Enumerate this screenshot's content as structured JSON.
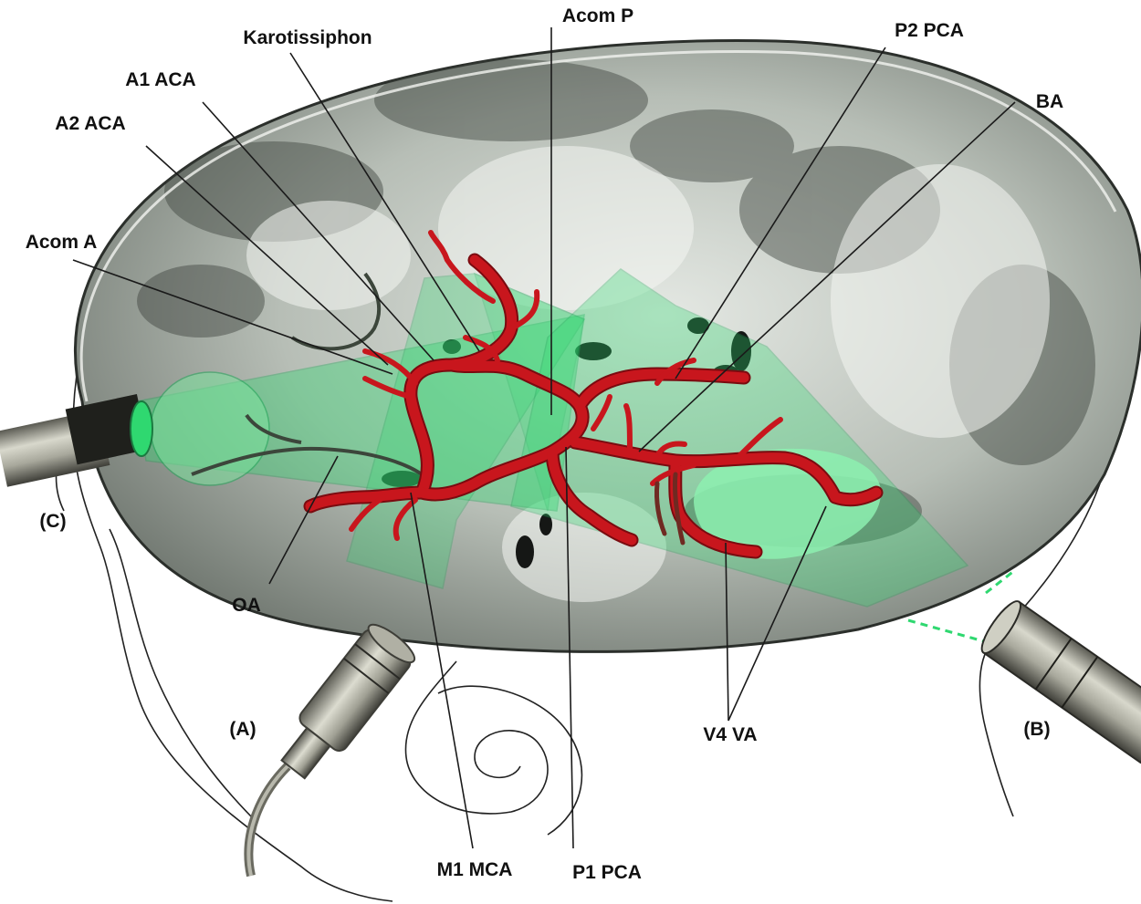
{
  "labels": {
    "karotissiphon": "Karotissiphon",
    "acom_p": "Acom P",
    "p2_pca": "P2 PCA",
    "a1_aca": "A1 ACA",
    "ba": "BA",
    "a2_aca": "A2 ACA",
    "acom_a": "Acom A",
    "probe_c": "(C)",
    "oa": "OA",
    "probe_a": "(A)",
    "probe_b": "(B)",
    "v4_va": "V4 VA",
    "m1_mca": "M1 MCA",
    "p1_pca": "P1 PCA"
  },
  "colors": {
    "vessel": "#c8161d",
    "vessel_edge": "#7a0b10",
    "insonation_field": "#2fd870",
    "skull_base": "#a4aba4",
    "probe_metal": "#8a8a80",
    "probe_dark": "#2a2a26"
  },
  "icons": {
    "probe_a": "ultrasound-probe-icon",
    "probe_b": "ultrasound-probe-icon",
    "probe_c": "ultrasound-probe-icon"
  }
}
